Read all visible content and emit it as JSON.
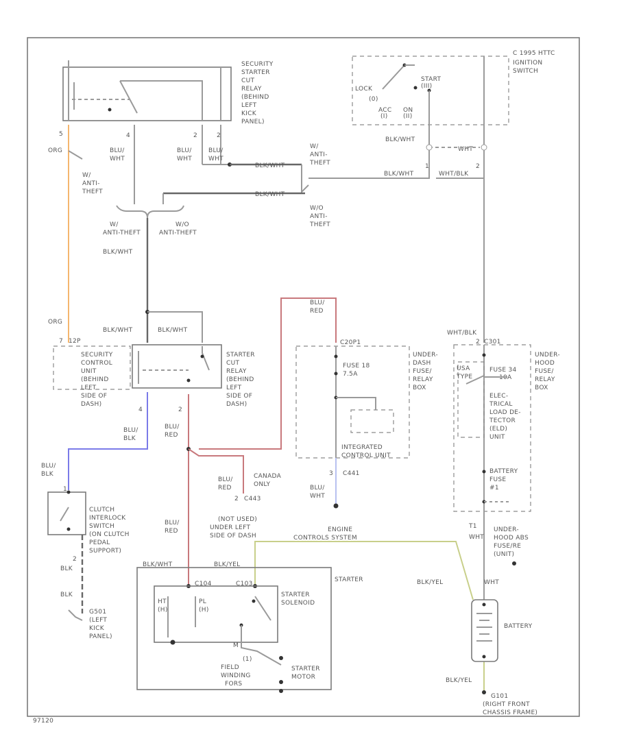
{
  "diagram": {
    "frame_code": "97120",
    "header_note": "C 1995 HTTC",
    "wire_colors": {
      "orange": "#f5b66e",
      "red": "#c8787c",
      "blue": "#7a7ae8",
      "yellow": "#c8cf8a",
      "grey": "#9a9a9a",
      "light_blue": "#b8c0f0"
    },
    "components": {
      "security_relay": {
        "label": [
          "SECURITY",
          "STARTER",
          "CUT",
          "RELAY",
          "(BEHIND",
          "LEFT",
          "KICK",
          "PANEL)"
        ],
        "pins": [
          "5",
          "4",
          "2",
          "2"
        ]
      },
      "ignition_switch": {
        "label": [
          "IGNITION",
          "SWITCH"
        ],
        "lock": "LOCK",
        "zero": "(0)",
        "acc": "ACC",
        "one": "(I)",
        "on": "ON",
        "two": "(II)",
        "start": "START",
        "three": "(III)"
      },
      "security_control": {
        "label": [
          "SECURITY",
          "CONTROL",
          "UNIT",
          "(BEHIND",
          "LEFT",
          "SIDE OF",
          "DASH)"
        ],
        "pin": "7",
        "pin_label": "12P"
      },
      "starter_cut_relay": {
        "label": [
          "STARTER",
          "CUT",
          "RELAY",
          "(BEHIND",
          "LEFT",
          "SIDE OF",
          "DASH)"
        ],
        "pins": [
          "4",
          "2"
        ]
      },
      "under_dash_fuse": {
        "label": [
          "UNDER-",
          "DASH",
          "FUSE/",
          "RELAY",
          "BOX"
        ],
        "pin_label": "C20P1",
        "fuse": [
          "FUSE 18",
          "7.5A"
        ],
        "icu": [
          "INTEGRATED",
          "CONTROL UNIT"
        ],
        "pin2": "3",
        "pin2_label": "C441"
      },
      "under_hood_fuse": {
        "label": [
          "UNDER-",
          "HOOD",
          "FUSE/",
          "RELAY",
          "BOX"
        ],
        "pin": "2",
        "pin_label": "C301",
        "fuse1": "FUSE 34",
        "fuse1_amp": "10A",
        "elu": [
          "ELEC-",
          "TRICAL",
          "LOAD DE-",
          "TECTOR",
          "(ELD)",
          "UNIT"
        ],
        "battery_fuse": [
          "BATTERY",
          "FUSE",
          "#1"
        ],
        "usa": [
          "USA",
          "TYPE"
        ]
      },
      "clutch_switch": {
        "label": [
          "CLUTCH",
          "INTERLOCK",
          "SWITCH",
          "(ON CLUTCH",
          "PEDAL",
          "SUPPORT)"
        ],
        "pin": "1",
        "pin2": "2"
      },
      "ground_left": {
        "label": [
          "G501",
          "(LEFT",
          "KICK",
          "PANEL)"
        ]
      },
      "starter": {
        "title": "STARTER",
        "solenoid": [
          "STARTER",
          "SOLENOID"
        ],
        "motor": [
          "STARTER",
          "MOTOR"
        ],
        "field": [
          "(1)",
          "FIELD",
          "WINDING",
          "FORS"
        ],
        "ht": [
          "HT",
          "(H)"
        ],
        "pl": [
          "PL",
          "(H)"
        ],
        "c104": "C104",
        "c103": "C103"
      },
      "battery": {
        "label": "BATTERY",
        "ground": [
          "G101",
          "(RIGHT FRONT",
          "CHASSIS FRAME)"
        ]
      },
      "under_hood_abs": {
        "label": [
          "UNDER-",
          "HOOD ABS",
          "FUSE/RE",
          "(UNIT)"
        ]
      }
    },
    "wire_labels": {
      "org_top": "ORG",
      "org_bot": "ORG",
      "pin5": "5",
      "pin4": "4",
      "pin2a": "2",
      "pin2b": "2",
      "blu_wht1": [
        "BLU/",
        "WHT"
      ],
      "blu_wht2": [
        "BLU/",
        "WHT"
      ],
      "blu_wht3": [
        "BLU/",
        "WHT"
      ],
      "blk_wht_top": "BLK/WHT",
      "blk_wht_right": "BLK/WHT",
      "wht": "WHT",
      "w_anti": [
        "W/",
        "ANTI-",
        "THEFT"
      ],
      "wo_anti": [
        "W/O",
        "ANTI-",
        "THEFT"
      ],
      "w_anti2": [
        "W/",
        "ANTI-THEFT"
      ],
      "wo_anti2": [
        "W/O",
        "ANTI-THEFT"
      ],
      "w_anti3": [
        "W/",
        "ANTI-",
        "THEFT"
      ],
      "blk_wht_mid": "BLK/WHT",
      "blk_wht_a": "BLK/WHT",
      "blk_wht_b": "BLK/WHT",
      "wht_blk_a": "WHT/BLK",
      "wht_blk_b": "WHT/BLK",
      "blu_red1": [
        "BLU/",
        "RED"
      ],
      "blu_red2": [
        "BLU/",
        "RED"
      ],
      "blu_red3": [
        "BLU/",
        "RED"
      ],
      "blu_red4": [
        "BLU/",
        "RED"
      ],
      "blu_blk1": [
        "BLU/",
        "BLK"
      ],
      "blu_blk2": [
        "BLU/",
        "BLK"
      ],
      "canada": [
        "CANADA",
        "ONLY"
      ],
      "c443": "C443",
      "c441b": "C441",
      "blk": "BLK",
      "blk2": "BLK",
      "not_used": [
        "(NOT USED)",
        "UNDER LEFT",
        "SIDE OF DASH"
      ],
      "engine": [
        "ENGINE",
        "CONTROLS SYSTEM"
      ],
      "blk_yel_top": "BLK/YEL",
      "blk_yel_mid": "BLK/YEL",
      "blk_yel_bot": "BLK/YEL",
      "blk_wht_starter": "BLK/WHT",
      "wht2": "WHT",
      "wht3": "WHT",
      "t1": "T1",
      "blu_wht_ecu": [
        "BLU/",
        "WHT"
      ]
    }
  }
}
